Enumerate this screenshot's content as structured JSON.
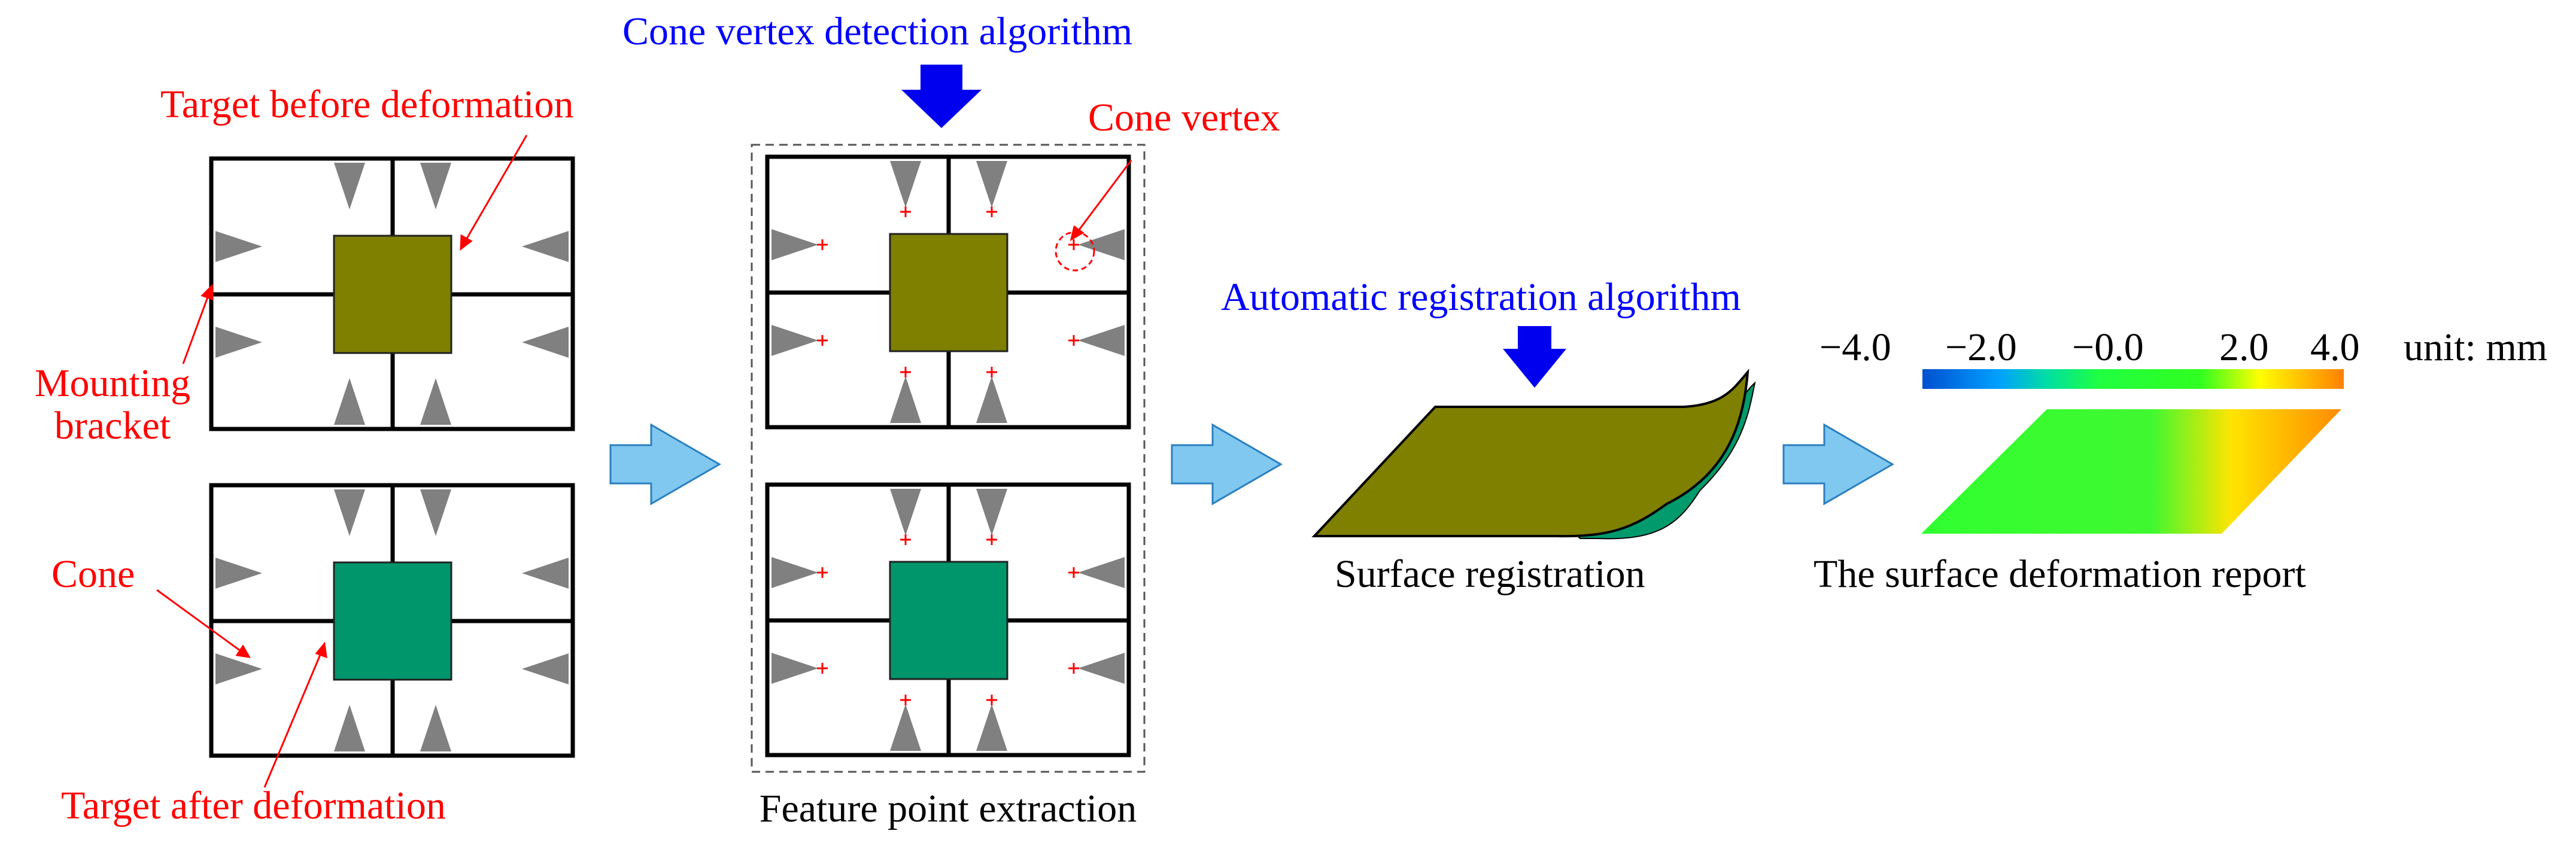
{
  "labels": {
    "target_before": "Target before deformation",
    "mounting_line1": "Mounting",
    "mounting_line2": "bracket",
    "cone": "Cone",
    "target_after": "Target after deformation",
    "cone_vertex_algo": "Cone vertex detection algorithm",
    "cone_vertex": "Cone vertex",
    "feature_point_extraction": "Feature point extraction",
    "auto_registration_algo": "Automatic registration algorithm",
    "surface_registration": "Surface registration",
    "deformation_report": "The surface deformation report"
  },
  "colorbar": {
    "ticks": [
      "−4.0",
      "−2.0",
      "−0.0",
      "2.0",
      "4.0"
    ],
    "unit": "unit: mm"
  },
  "colors": {
    "annotation_red": "#ff0000",
    "algorithm_blue": "#0000ff",
    "target_before": "#7f7f00",
    "target_after": "#00966b",
    "cone_gray": "#808080",
    "flow_arrow": "#80c8f0"
  }
}
